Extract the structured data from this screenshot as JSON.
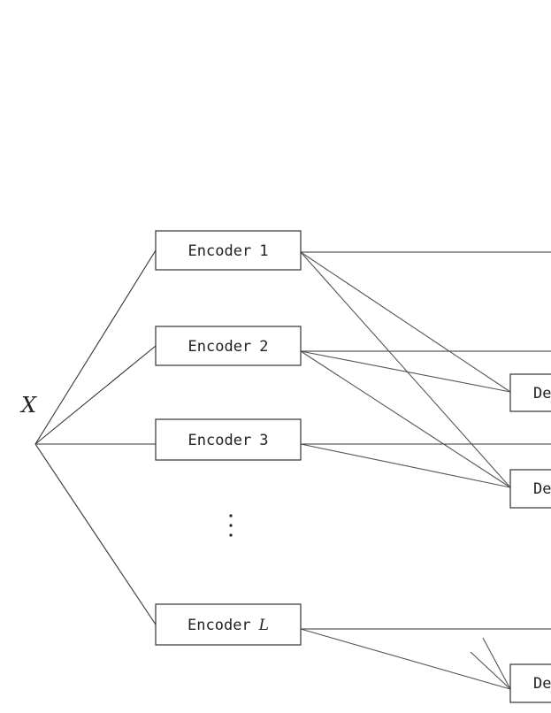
{
  "source": {
    "label": "X"
  },
  "encoders": [
    {
      "prefix": "Encoder",
      "index": "1",
      "index_italic": false
    },
    {
      "prefix": "Encoder",
      "index": "2",
      "index_italic": false
    },
    {
      "prefix": "Encoder",
      "index": "3",
      "index_italic": false
    },
    {
      "prefix": "Encoder",
      "index": "L",
      "index_italic": true
    }
  ],
  "ellipsis": "⋮",
  "decoders": [
    {
      "label": "De"
    },
    {
      "label": "De"
    },
    {
      "label": "De"
    }
  ],
  "colors": {
    "stroke": "#333333",
    "text": "#222222",
    "background": "#ffffff"
  }
}
